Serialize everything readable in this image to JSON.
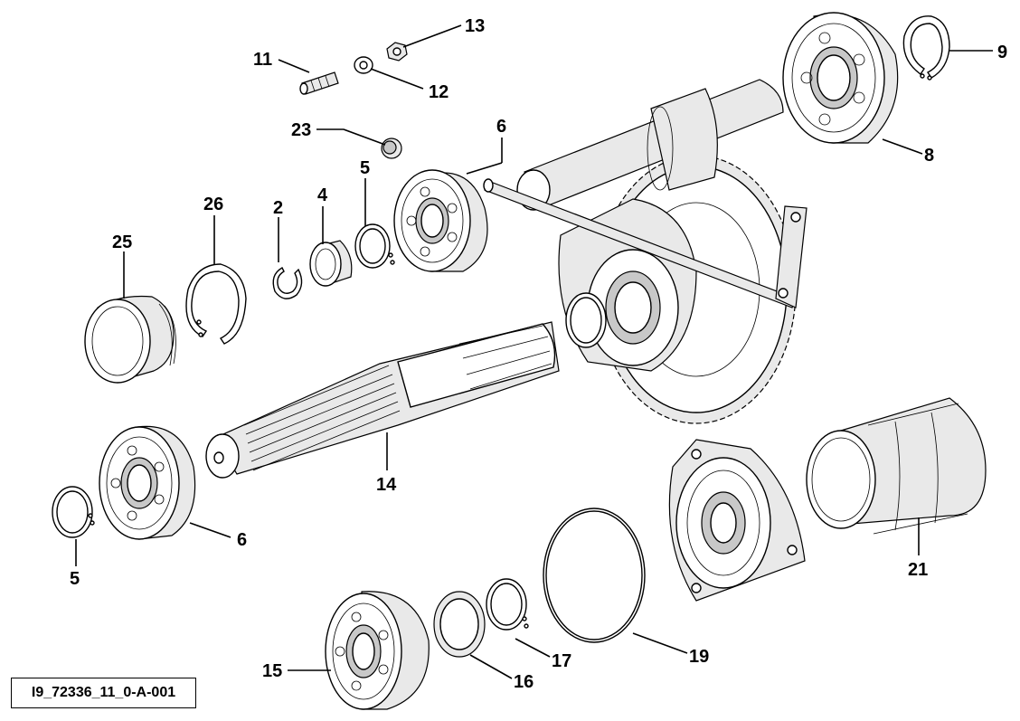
{
  "figure_id": "I9_72336_11_0-A-001",
  "callouts": {
    "c2": "2",
    "c4": "4",
    "c5a": "5",
    "c5b": "5",
    "c6a": "6",
    "c6b": "6",
    "c8": "8",
    "c9": "9",
    "c11": "11",
    "c12": "12",
    "c13": "13",
    "c14": "14",
    "c15": "15",
    "c16": "16",
    "c17": "17",
    "c19": "19",
    "c21": "21",
    "c23": "23",
    "c25": "25",
    "c26": "26"
  }
}
